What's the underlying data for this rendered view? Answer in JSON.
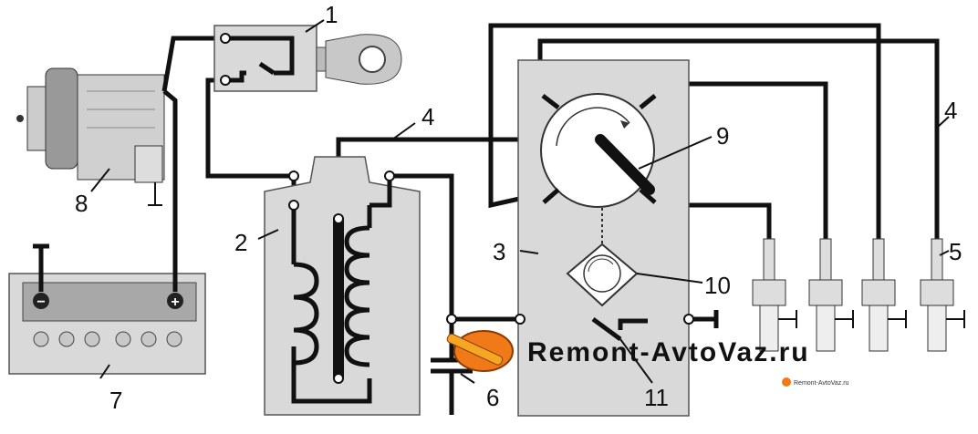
{
  "labels": {
    "ignition_switch": "1",
    "ignition_coil": "2",
    "distributor": "3",
    "hv_wire_center": "4",
    "hv_wire_right": "4",
    "spark_plug": "5",
    "capacitor": "6",
    "battery": "7",
    "alternator": "8",
    "rotor": "9",
    "cam": "10",
    "breaker": "11"
  },
  "battery": {
    "minus": "−",
    "plus": "+"
  },
  "watermark": {
    "main": "Remont-AvtoVaz.ru",
    "small": "Remont-AvtoVaz.ru"
  },
  "colors": {
    "body": "#d9d9d9",
    "wire": "#111111",
    "logo": "#f07a1a"
  }
}
